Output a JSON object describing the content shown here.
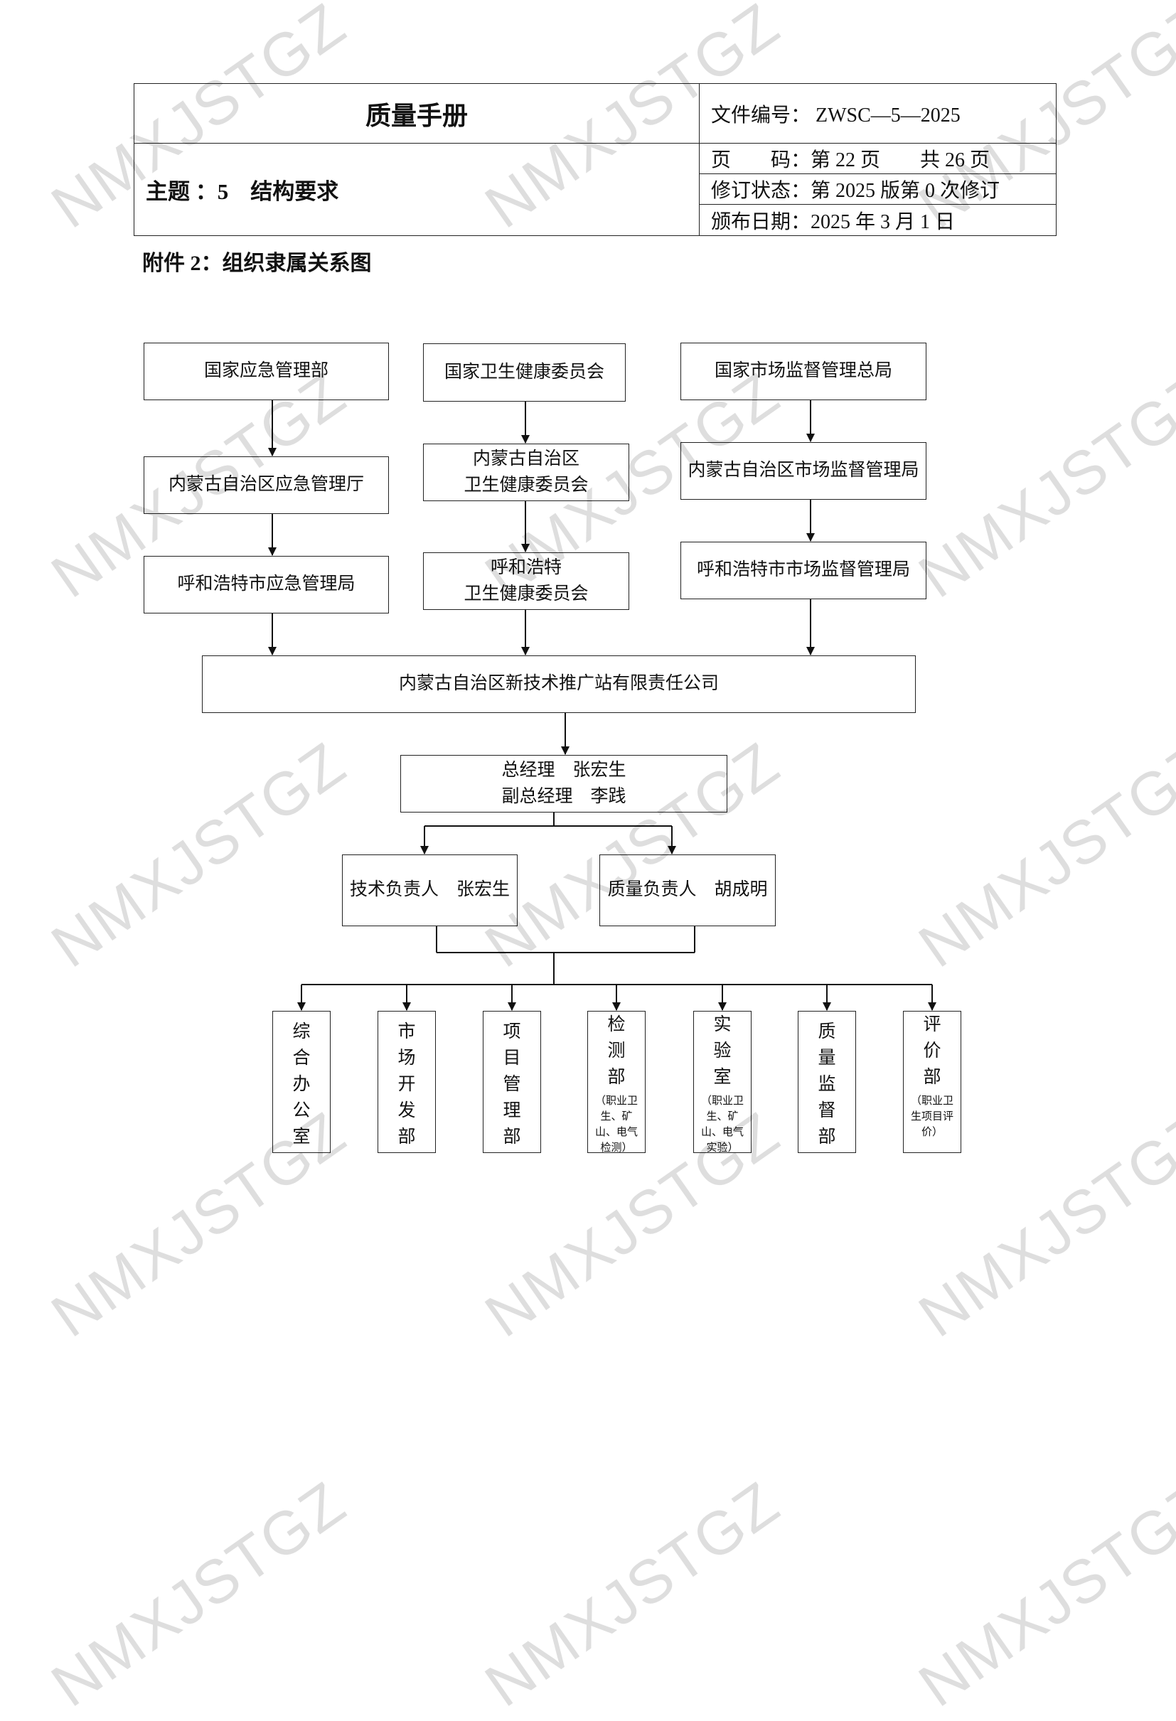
{
  "header": {
    "doc_title": "质量手册",
    "subject": "主题 ：5　结构要求",
    "doc_no": "文件编号：  ZWSC—5—2025",
    "page": "页　　码：第 22 页　　共 26 页",
    "revision": "修订状态：第 2025 版第 0 次修订",
    "issue_date": "颁布日期：2025 年 3 月 1 日"
  },
  "annex_title": "附件 2：组织隶属关系图",
  "watermark": "NMXJSTGZ",
  "org": {
    "national": [
      "国家应急管理部",
      "国家卫生健康委员会",
      "国家市场监督管理总局"
    ],
    "regional": [
      {
        "lines": [
          "内蒙古自治区应急管理厅"
        ]
      },
      {
        "lines": [
          "内蒙古自治区",
          "卫生健康委员会"
        ]
      },
      {
        "lines": [
          "内蒙古自治区市场监督管理局"
        ]
      }
    ],
    "city": [
      {
        "lines": [
          "呼和浩特市应急管理局"
        ]
      },
      {
        "lines": [
          "呼和浩特",
          "卫生健康委员会"
        ]
      },
      {
        "lines": [
          "呼和浩特市市场监督管理局"
        ]
      }
    ],
    "company": "内蒙古自治区新技术推广站有限责任公司",
    "management": [
      "总经理　张宏生",
      "副总经理　李践"
    ],
    "tech_lead": "技术负责人　张宏生",
    "quality_lead": "质量负责人　胡成明",
    "departments": [
      {
        "chars": [
          "综",
          "合",
          "办",
          "公",
          "室"
        ],
        "note": ""
      },
      {
        "chars": [
          "市",
          "场",
          "开",
          "发",
          "部"
        ],
        "note": ""
      },
      {
        "chars": [
          "项",
          "目",
          "管",
          "理",
          "部"
        ],
        "note": ""
      },
      {
        "chars": [
          "检",
          "测",
          "部"
        ],
        "note": "（职业卫生、矿山、电气检测）"
      },
      {
        "chars": [
          "实",
          "验",
          "室"
        ],
        "note": "（职业卫生、矿山、电气实验）"
      },
      {
        "chars": [
          "质",
          "量",
          "监",
          "督",
          "部"
        ],
        "note": ""
      },
      {
        "chars": [
          "评",
          "价",
          "部"
        ],
        "note": "（职业卫生项目评价）"
      }
    ]
  }
}
